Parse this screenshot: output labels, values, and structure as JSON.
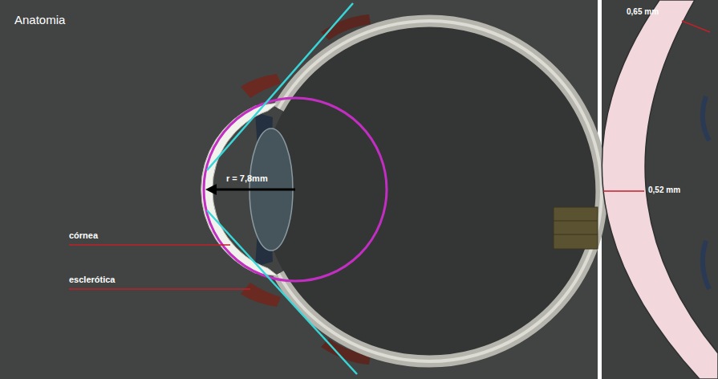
{
  "diagram": {
    "title": "Anatomia",
    "labels": [
      "r = 7,8mm",
      "córnea",
      "esclerótica",
      "0,65 mm",
      "0,52 mm"
    ]
  }
}
